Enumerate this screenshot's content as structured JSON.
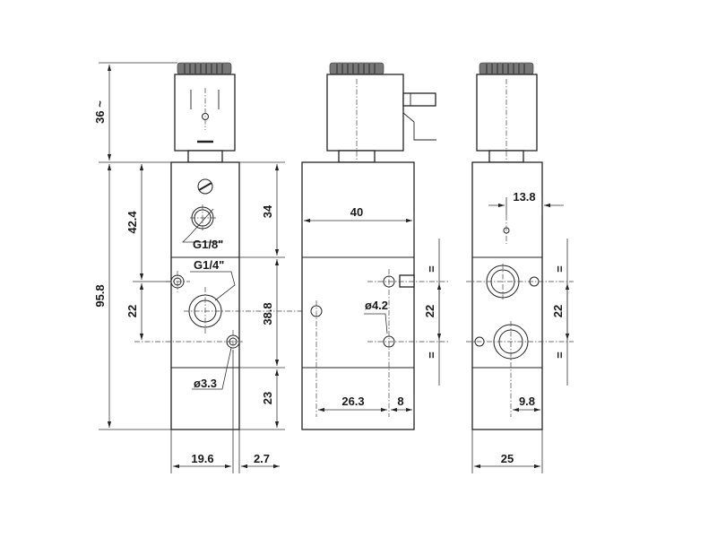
{
  "labels": {
    "dim_36": "36 ~",
    "dim_42_4": "42.4",
    "dim_95_8": "95.8",
    "dim_22_left": "22",
    "port_g18": "G1/8\"",
    "port_g14": "G1/4\"",
    "dim_34": "34",
    "dim_38_8": "38.8",
    "dim_23": "23",
    "dia_3_3": "ø3.3",
    "dim_19_6": "19.6",
    "dim_2_7": "2.7",
    "dim_40": "40",
    "dia_4_2": "ø4.2",
    "dim_22_mid": "22",
    "dim_26_3": "26.3",
    "dim_8": "8",
    "dim_13_8": "13.8",
    "dim_22_right": "22",
    "dim_9_8": "9.8",
    "dim_25": "25",
    "eq_mark": "="
  }
}
